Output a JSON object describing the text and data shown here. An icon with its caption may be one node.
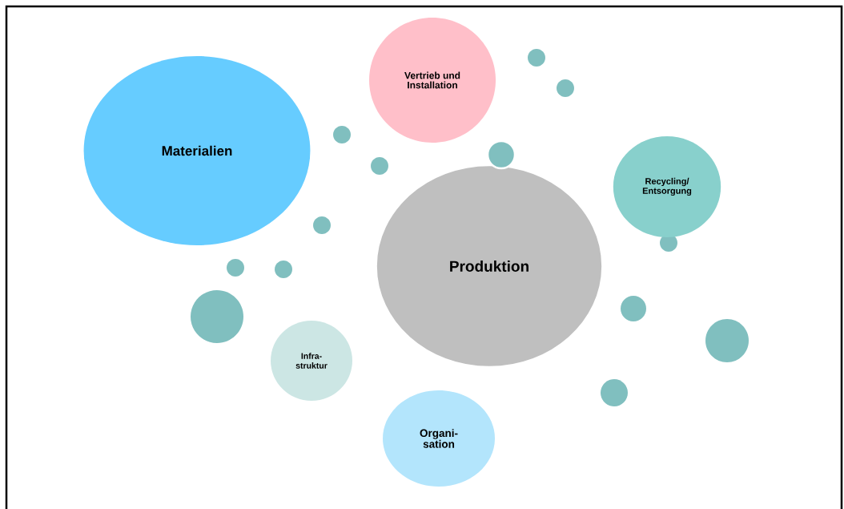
{
  "diagram": {
    "nodes": [
      {
        "text": [],
        "shape": "circle"
      },
      {
        "text": [
          "Vertrieb und Installation"
        ]
      },
      {
        "text": [],
        "shape": "circle"
      },
      {
        "text": [],
        "shape": "circle"
      },
      {
        "text": [
          "Materialien"
        ]
      },
      {
        "text": [],
        "shape": "circle"
      },
      {
        "text": [],
        "shape": "circle"
      },
      {
        "text": [
          "Recycling/ Entsorgung"
        ]
      },
      {
        "text": [],
        "shape": "circle"
      },
      {
        "text": [],
        "shape": "circle"
      },
      {
        "text": [
          "Produktion"
        ]
      },
      {
        "text": [],
        "shape": "circle"
      },
      {
        "text": [],
        "shape": "circle"
      },
      {
        "text": [],
        "shape": "circle"
      },
      {
        "text": [],
        "shape": "circle"
      },
      {
        "text": [],
        "shape": "circle"
      },
      {
        "text": [
          "Infra-struktur"
        ]
      },
      {
        "text": [],
        "shape": "circle"
      },
      {
        "text": [
          "Organi-sation"
        ]
      }
    ]
  }
}
